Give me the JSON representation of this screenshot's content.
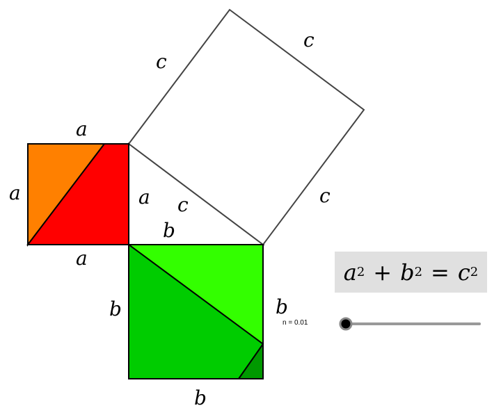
{
  "labels": {
    "a": "a",
    "b": "b",
    "c": "c"
  },
  "formula": {
    "term1": "a",
    "term2": "b",
    "term3": "c",
    "exp": "2",
    "plus": "+",
    "equals": "="
  },
  "slider": {
    "label": "n = 0.01",
    "value": 0.01,
    "min": 0,
    "max": 1
  },
  "colors": {
    "orange": "#ff8000",
    "red": "#ff0000",
    "light_green": "#33ff00",
    "green": "#00cc00",
    "dark_green": "#009900",
    "formula_bg": "#e0e0e0"
  }
}
